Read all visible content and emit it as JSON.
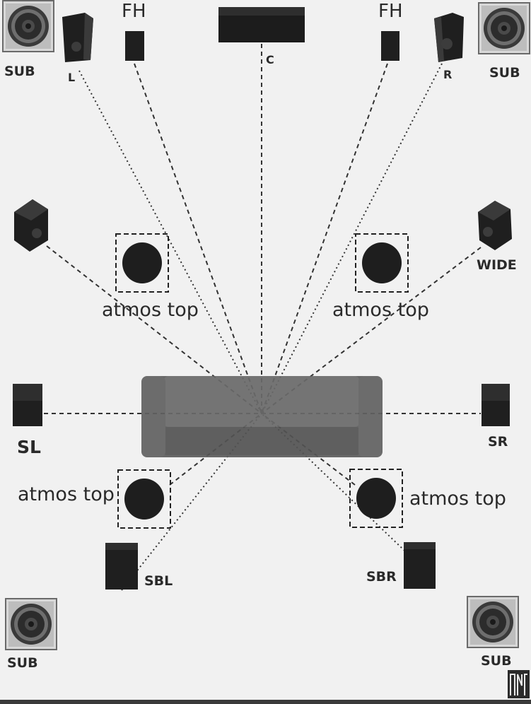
{
  "labels": {
    "sub_top_left": "SUB",
    "sub_top_right": "SUB",
    "sub_bottom_left": "SUB",
    "sub_bottom_right": "SUB",
    "fh_left": "FH",
    "fh_right": "FH",
    "front_left": "L",
    "front_right": "R",
    "center": "C",
    "wide": "WIDE",
    "surround_left": "SL",
    "surround_right": "SR",
    "surround_back_left": "SBL",
    "surround_back_right": "SBR",
    "atmos_front_left": "atmos top",
    "atmos_front_right": "atmos top",
    "atmos_rear_left": "atmos top",
    "atmos_rear_right": "atmos top"
  },
  "icons": {
    "subwoofer": "subwoofer-icon",
    "bookshelf_speaker": "bookshelf-speaker-icon",
    "small_speaker": "height-speaker-icon",
    "center_speaker": "center-speaker-icon",
    "ceiling_speaker": "ceiling-speaker-icon",
    "sofa": "sofa-icon",
    "watermark": "watermark-logo-icon"
  },
  "colors": {
    "background": "#f1f1f1",
    "speaker": "#1f1f1f",
    "sofa": "#5d5d5d",
    "lines": "#333333"
  }
}
